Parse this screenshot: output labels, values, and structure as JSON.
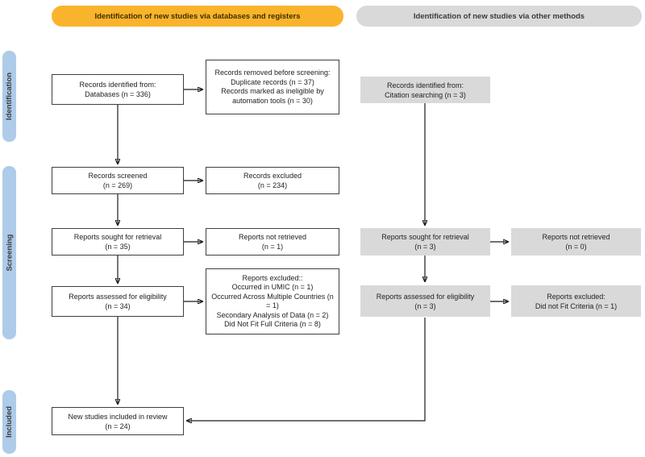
{
  "headers": {
    "databases_registers": "Identification of new studies via databases and registers",
    "other_methods": "Identification of new studies via other methods"
  },
  "stage_labels": {
    "identification": "Identification",
    "screening": "Screening",
    "included": "Included"
  },
  "database_column": {
    "records_identified": {
      "lines": [
        "Records identified from:",
        "Databases (n = 336)"
      ]
    },
    "records_removed": {
      "lines": [
        "Records removed before screening:",
        "Duplicate records (n = 37)",
        "Records marked as ineligible by automation tools (n = 30)"
      ]
    },
    "records_screened": {
      "lines": [
        "Records screened",
        "(n = 269)"
      ]
    },
    "records_excluded": {
      "lines": [
        "Records excluded",
        "(n = 234)"
      ]
    },
    "reports_sought": {
      "lines": [
        "Reports sought for retrieval",
        "(n = 35)"
      ]
    },
    "reports_not_retrieved": {
      "lines": [
        "Reports not retrieved",
        "(n = 1)"
      ]
    },
    "reports_assessed": {
      "lines": [
        "Reports assessed for eligibility",
        "(n = 34)"
      ]
    },
    "reports_excluded": {
      "lines": [
        "Reports excluded::",
        "Occurred in UMIC (n = 1)",
        "Occurred Across Multiple Countries (n = 1)",
        "Secondary Analysis of Data (n = 2)",
        "Did Not Fit Full Criteria (n = 8)"
      ]
    },
    "new_studies_included": {
      "lines": [
        "New studies included in review",
        "(n = 24)"
      ]
    }
  },
  "other_methods_column": {
    "records_identified": {
      "lines": [
        "Records identified from:",
        "Citation searching (n = 3)"
      ]
    },
    "reports_sought": {
      "lines": [
        "Reports sought for retrieval",
        "(n = 3)"
      ]
    },
    "reports_not_retrieved": {
      "lines": [
        "Reports not retrieved",
        "(n = 0)"
      ]
    },
    "reports_assessed": {
      "lines": [
        "Reports assessed for eligibility",
        "(n = 3)"
      ]
    },
    "reports_excluded": {
      "lines": [
        "Reports excluded:",
        "Did not Fit Criteria (n = 1)"
      ]
    }
  },
  "colors": {
    "header_databases_bg": "#F9B42C",
    "header_other_bg": "#D9D9D9",
    "stage_label_bg": "#AECBEA",
    "gray_box_bg": "#D9D9D9",
    "white_box_border": "#3F3F3F",
    "arrow": "#1A1A1A"
  }
}
